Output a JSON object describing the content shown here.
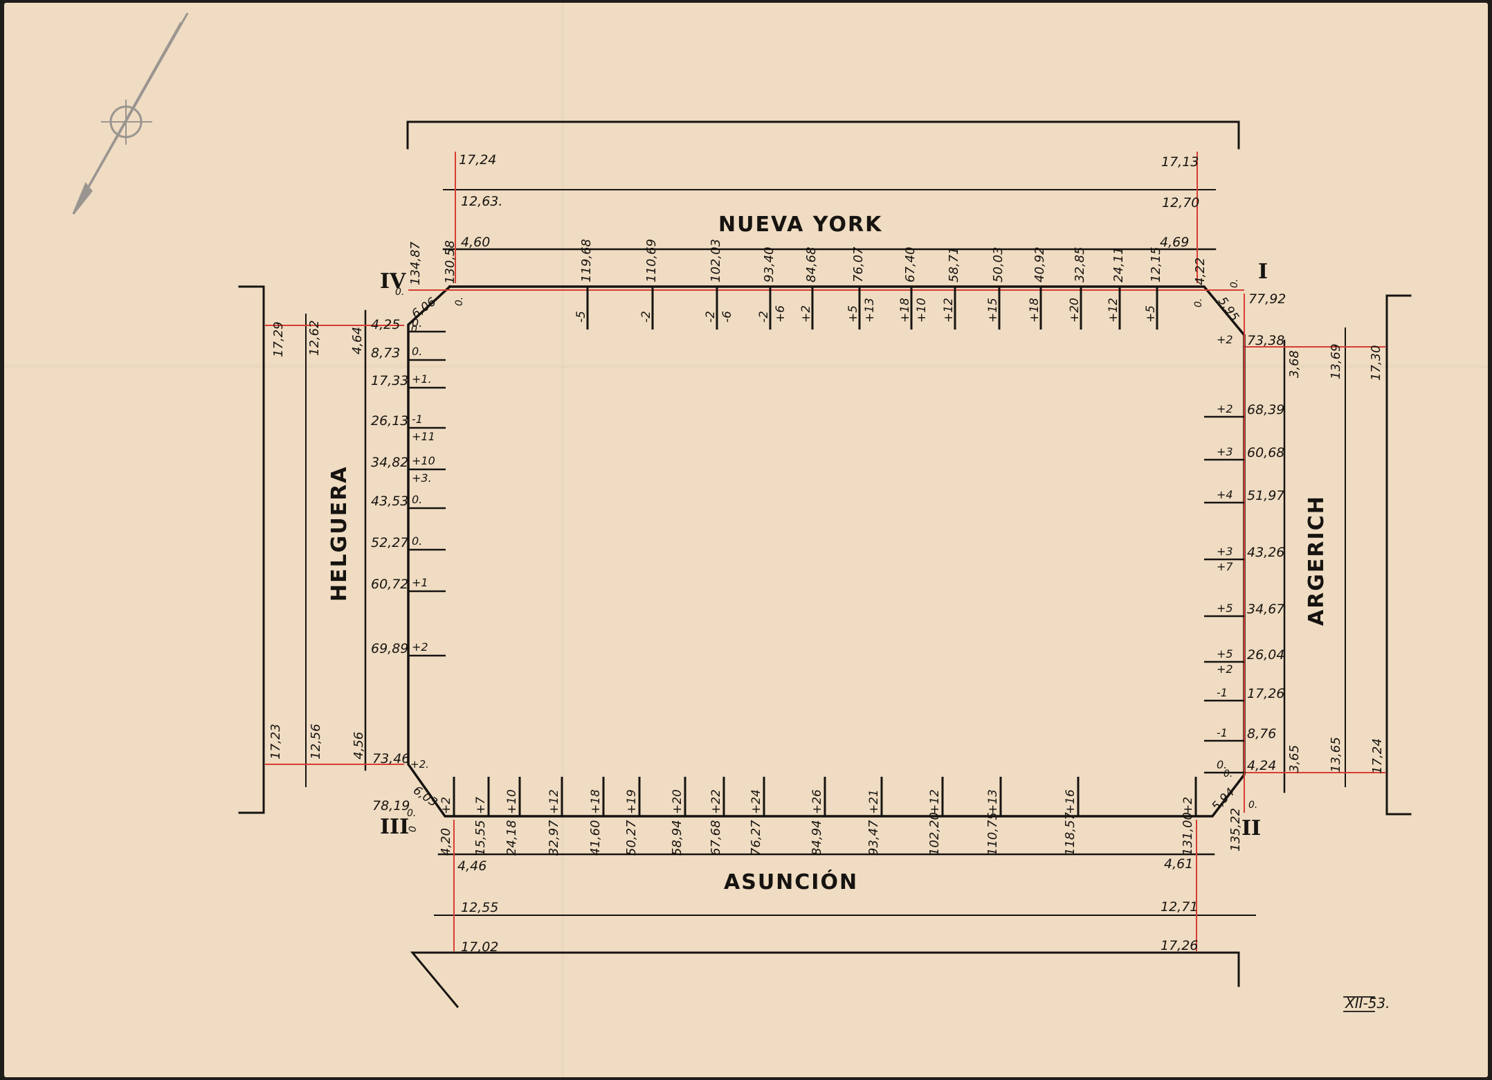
{
  "streets": {
    "north": "NUEVA YORK",
    "south": "ASUNCIÓN",
    "west": "HELGUERA",
    "east": "ARGERICH"
  },
  "corners": {
    "I": "I",
    "II": "II",
    "III": "III",
    "IV": "IV"
  },
  "north_sidewalk": {
    "left": [
      "17,24",
      "12,63.",
      "4,60"
    ],
    "right": [
      "17,13",
      "12,70",
      "4,69"
    ]
  },
  "south_sidewalk": {
    "left": [
      "4,46",
      "12,55",
      "17,02"
    ],
    "right": [
      "4,61",
      "12,71",
      "17,26"
    ]
  },
  "west_sidewalk": {
    "top": [
      "17,29",
      "12,62",
      "4,64"
    ],
    "bottom": [
      "17,23",
      "12,56",
      "4,56"
    ]
  },
  "east_sidewalk": {
    "top": [
      "3,68",
      "13,69",
      "17,30"
    ],
    "bottom": [
      "3,65",
      "13,65",
      "17,24"
    ]
  },
  "north_side": {
    "corner_IV": [
      "0.",
      "134,87",
      "130,58",
      "0.",
      "6,06",
      "0."
    ],
    "corner_I": [
      "4,22",
      "0.",
      "0.",
      "5,95",
      "77,92"
    ],
    "stations": [
      {
        "dist": "119,68",
        "a": "-5",
        "b": ""
      },
      {
        "dist": "110,69",
        "a": "-2",
        "b": ""
      },
      {
        "dist": "102,03",
        "a": "-2",
        "b": "-6"
      },
      {
        "dist": "93,40",
        "a": "-2",
        "b": "+6"
      },
      {
        "dist": "84,68",
        "a": "+2",
        "b": ""
      },
      {
        "dist": "76,07",
        "a": "+5",
        "b": "+13"
      },
      {
        "dist": "67,40",
        "a": "+18",
        "b": "+10"
      },
      {
        "dist": "58,71",
        "a": "+12",
        "b": ""
      },
      {
        "dist": "50,03",
        "a": "+15",
        "b": ""
      },
      {
        "dist": "40,92",
        "a": "+18",
        "b": ""
      },
      {
        "dist": "32,85",
        "a": "+20",
        "b": ""
      },
      {
        "dist": "24,11",
        "a": "+12",
        "b": ""
      },
      {
        "dist": "12,15",
        "a": "+5",
        "b": ""
      }
    ]
  },
  "west_side": {
    "stations": [
      {
        "dist": "4,25",
        "a": "0.",
        "b": ""
      },
      {
        "dist": "8,73",
        "a": "0.",
        "b": ""
      },
      {
        "dist": "17,33",
        "a": "+1.",
        "b": ""
      },
      {
        "dist": "26,13",
        "a": "-1",
        "b": "+11"
      },
      {
        "dist": "34,82",
        "a": "+10",
        "b": "+3."
      },
      {
        "dist": "43,53",
        "a": "0.",
        "b": ""
      },
      {
        "dist": "52,27",
        "a": "0.",
        "b": ""
      },
      {
        "dist": "60,72",
        "a": "+1",
        "b": ""
      },
      {
        "dist": "69,89",
        "a": "+2",
        "b": ""
      }
    ],
    "corner_III": [
      "73,46",
      "+2.",
      "78,19",
      "6,03",
      "0.",
      "0"
    ]
  },
  "south_side": {
    "stations": [
      {
        "dist": "4,20",
        "a": "+2",
        "b": ""
      },
      {
        "dist": "15,55",
        "a": "+7",
        "b": ""
      },
      {
        "dist": "24,18",
        "a": "+10",
        "b": ""
      },
      {
        "dist": "32,97",
        "a": "+12",
        "b": ""
      },
      {
        "dist": "41,60",
        "a": "+18",
        "b": ""
      },
      {
        "dist": "50,27",
        "a": "+19",
        "b": ""
      },
      {
        "dist": "58,94",
        "a": "+20",
        "b": ""
      },
      {
        "dist": "67,68",
        "a": "+22",
        "b": ""
      },
      {
        "dist": "76,27",
        "a": "+24",
        "b": ""
      },
      {
        "dist": "84,94",
        "a": "+26",
        "b": ""
      },
      {
        "dist": "93,47",
        "a": "+21",
        "b": ""
      },
      {
        "dist": "102,20",
        "a": "+12",
        "b": ""
      },
      {
        "dist": "110,75",
        "a": "+13",
        "b": ""
      },
      {
        "dist": "118,57",
        "a": "+16",
        "b": ""
      },
      {
        "dist": "131,00",
        "a": "+2",
        "b": ""
      }
    ],
    "corner_II": [
      "135,22",
      "5,94",
      "0.",
      "0."
    ]
  },
  "east_side": {
    "stations": [
      {
        "dist": "73,38",
        "a": "+2",
        "b": ""
      },
      {
        "dist": "68,39",
        "a": "+2",
        "b": ""
      },
      {
        "dist": "60,68",
        "a": "+3",
        "b": ""
      },
      {
        "dist": "51,97",
        "a": "+4",
        "b": ""
      },
      {
        "dist": "43,26",
        "a": "+3",
        "b": "+7"
      },
      {
        "dist": "34,67",
        "a": "+5",
        "b": ""
      },
      {
        "dist": "26,04",
        "a": "+5",
        "b": "+2"
      },
      {
        "dist": "17,26",
        "a": "-1",
        "b": ""
      },
      {
        "dist": "8,76",
        "a": "-1",
        "b": ""
      },
      {
        "dist": "4,24",
        "a": "0.",
        "b": ""
      }
    ]
  },
  "sheet_mark": "XII-53."
}
